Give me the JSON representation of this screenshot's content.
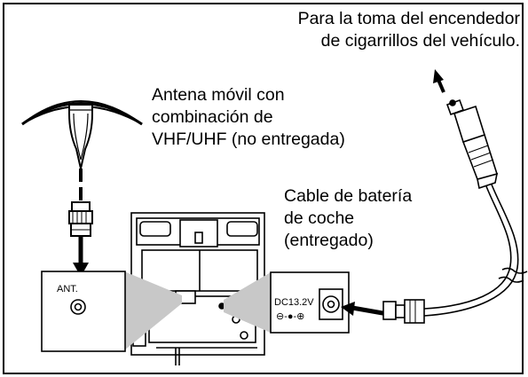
{
  "captions": {
    "lighter": "Para la toma del encendedor\nde cigarrillos del vehículo.",
    "antenna": "Antena móvil con\ncombinación de\nVHF/UHF (no entregada)",
    "cable": "Cable de batería\nde coche\n(entregado)"
  },
  "panel_labels": {
    "ant": "ANT.",
    "dc": "DC13.2V",
    "polarity": "⊖-●-⊕"
  }
}
